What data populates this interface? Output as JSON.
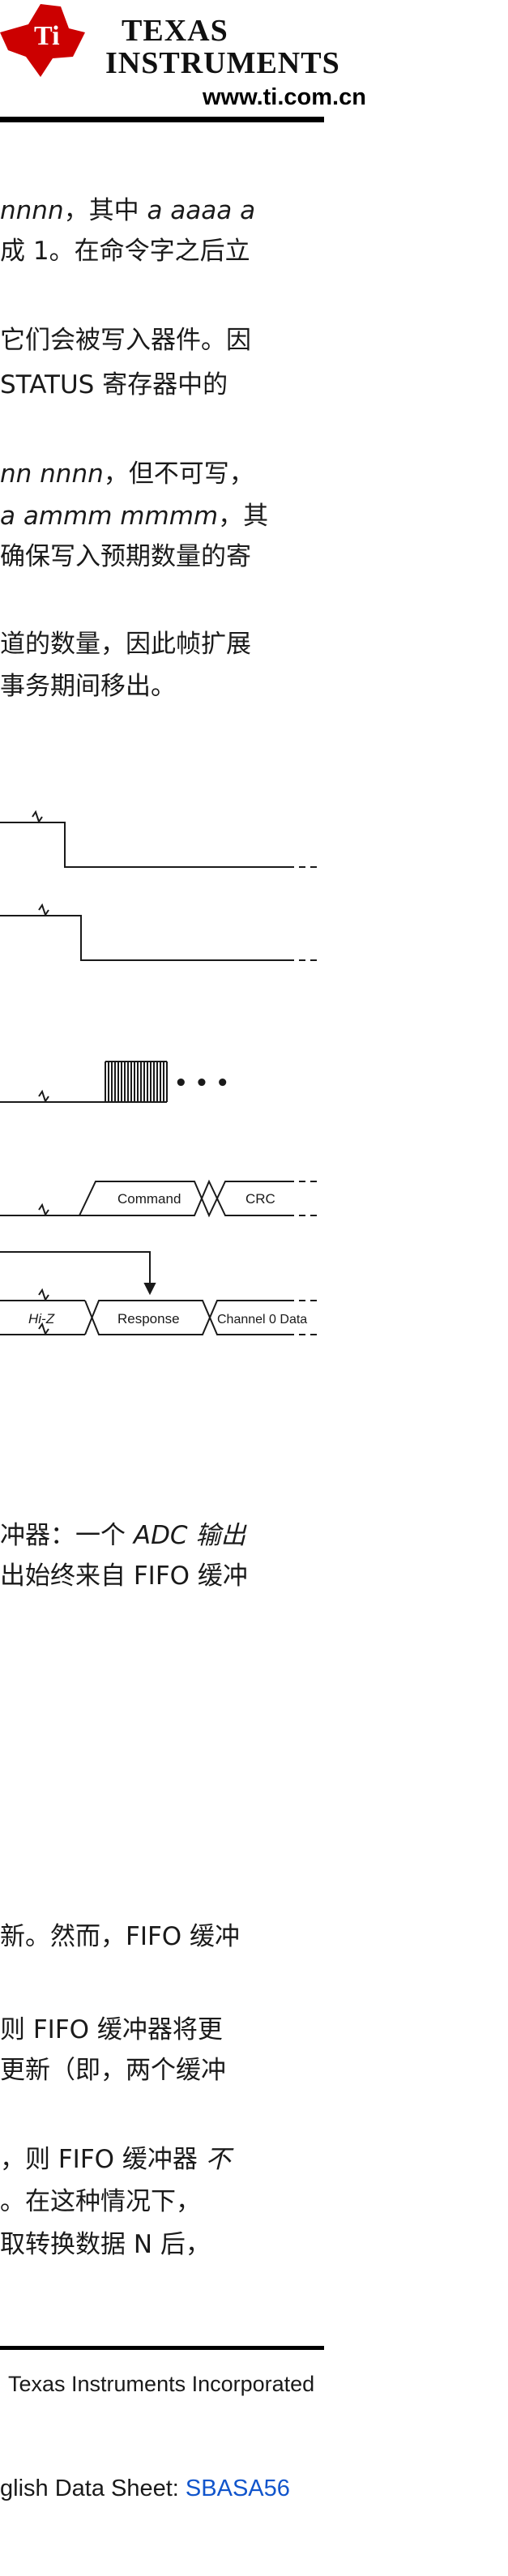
{
  "header": {
    "brand_line1": "TEXAS",
    "brand_line2": "INSTRUMENTS",
    "url": "www.ti.com.cn"
  },
  "paragraphs": {
    "p1_l1_a": "nnnn",
    "p1_l1_b": "，其中 ",
    "p1_l1_c": "a aaaa a",
    "p1_l2": "成 1。在命令字之后立",
    "p2_l1": "它们会被写入器件。因",
    "p2_l2": "STATUS 寄存器中的",
    "p3_l1_a": "nn nnnn",
    "p3_l1_b": "，但不可写，",
    "p3_l2_a": "a ammm mmmm",
    "p3_l2_b": "，其",
    "p3_l3": "确保写入预期数量的寄",
    "p4_l1": "道的数量，因此帧扩展",
    "p4_l2": "事务期间移出。",
    "p5_l1_a": "冲器：一个 ",
    "p5_l1_b": "ADC 输出",
    "p5_l2": "出始终来自 FIFO 缓冲",
    "p6_l1": "新。然而，FIFO 缓冲",
    "p7_l1": "则 FIFO 缓冲器将更",
    "p7_l2": "更新（即，两个缓冲",
    "p8_l1_a": "，则 FIFO 缓冲器 ",
    "p8_l1_b": "不",
    "p8_l2": "。在这种情况下，",
    "p8_l3": "取转换数据 N 后，"
  },
  "diagram": {
    "label_command": "Command",
    "label_crc": "CRC",
    "label_hiz": "Hi-Z",
    "label_response": "Response",
    "label_channel0": "Channel 0 Data",
    "continuation": "• • •"
  },
  "footer": {
    "company": "Texas Instruments Incorporated",
    "datasheet_prefix": "glish Data Sheet: ",
    "datasheet_link": "SBASA56"
  }
}
